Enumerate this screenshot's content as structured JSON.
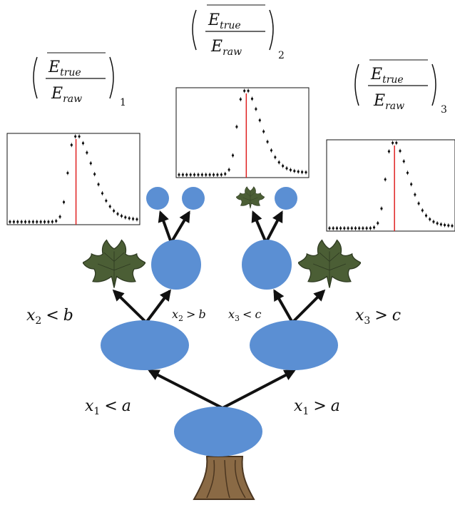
{
  "ratio": {
    "numerator": "E",
    "numerator_sub": "true",
    "denominator": "E",
    "denominator_sub": "raw"
  },
  "hist_labels": [
    {
      "sub": "1"
    },
    {
      "sub": "2"
    },
    {
      "sub": "3"
    }
  ],
  "cuts": {
    "left_root": {
      "var": "x",
      "var_sub": "1",
      "op": "<",
      "rhs": "a"
    },
    "right_root": {
      "var": "x",
      "var_sub": "1",
      "op": ">",
      "rhs": "a"
    },
    "left_left": {
      "var": "x",
      "var_sub": "2",
      "op": "<",
      "rhs": "b"
    },
    "left_right": {
      "var": "x",
      "var_sub": "2",
      "op": ">",
      "rhs": "b"
    },
    "right_left": {
      "var": "x",
      "var_sub": "3",
      "op": "<",
      "rhs": "c"
    },
    "right_right": {
      "var": "x",
      "var_sub": "3",
      "op": ">",
      "rhs": "c"
    }
  },
  "colors": {
    "node": "#5b8fd3",
    "leaf": "#4b5e35",
    "trunk": "#8a6a45",
    "hist_line": "#e02020"
  },
  "icons": [
    "maple-leaf-icon",
    "tree-trunk-icon"
  ]
}
